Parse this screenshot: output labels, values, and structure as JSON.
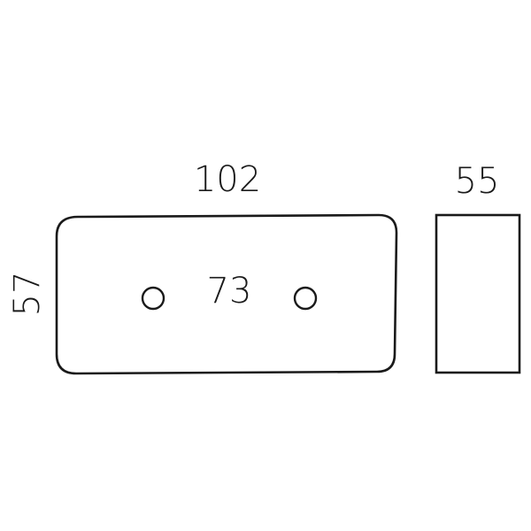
{
  "front_view": {
    "width_label": "102",
    "height_label": "57",
    "hole_spacing_label": "73"
  },
  "side_view": {
    "depth_label": "55"
  },
  "colors": {
    "line": "#1a1a1a",
    "background": "#ffffff"
  }
}
